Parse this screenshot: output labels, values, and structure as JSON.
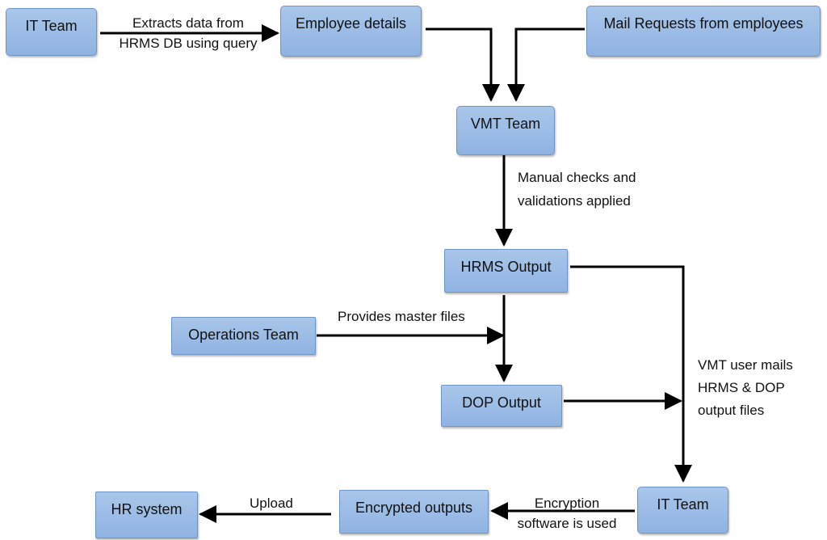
{
  "nodes": {
    "it_team_top": "IT Team",
    "employee_details": "Employee details",
    "mail_requests": "Mail Requests from employees",
    "vmt_team": "VMT Team",
    "hrms_output": "HRMS Output",
    "operations_team": "Operations Team",
    "dop_output": "DOP Output",
    "it_team_bottom": "IT Team",
    "encrypted_outputs": "Encrypted outputs",
    "hr_system": "HR system"
  },
  "edge_labels": {
    "extracts_line1": "Extracts data from",
    "extracts_line2": "HRMS DB using query",
    "manual_line1": "Manual checks and",
    "manual_line2": "validations applied",
    "provides": "Provides master files",
    "vmt_mails_line1": "VMT user mails",
    "vmt_mails_line2": "HRMS & DOP",
    "vmt_mails_line3": "output files",
    "encryption_line1": "Encryption",
    "encryption_line2": "software is used",
    "upload": "Upload"
  }
}
